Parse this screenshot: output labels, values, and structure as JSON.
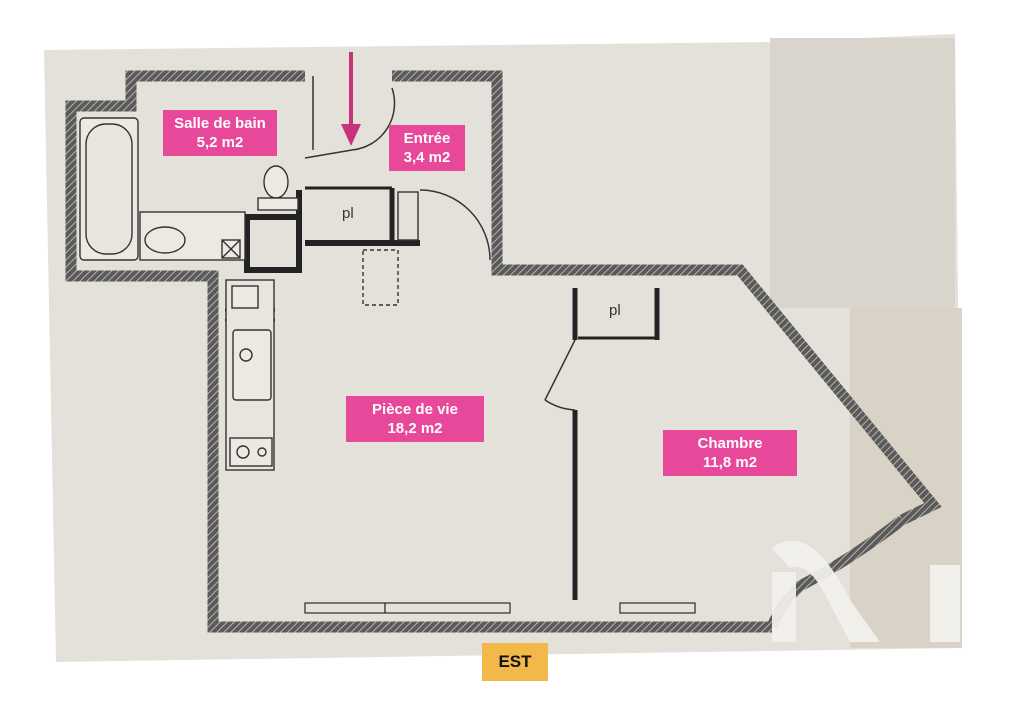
{
  "rooms": [
    {
      "id": "salle-de-bain",
      "name": "Salle de bain",
      "area": "5,2 m2"
    },
    {
      "id": "entree",
      "name": "Entrée",
      "area": "3,4 m2"
    },
    {
      "id": "piece-de-vie",
      "name": "Pièce de vie",
      "area": "18,2 m2"
    },
    {
      "id": "chambre",
      "name": "Chambre",
      "area": "11,8 m2"
    }
  ],
  "closets": [
    "pl",
    "pl"
  ],
  "orientation": "EST",
  "colors": {
    "label_bg": "#e8489a",
    "label_text": "#ffffff",
    "orientation_bg": "#f2b84a",
    "paper": "#e6e3dc",
    "wall": "#2b2b2b",
    "arrow": "#c8327a"
  },
  "icons": [
    "entrance-arrow-icon",
    "watermark-logo-icon"
  ]
}
